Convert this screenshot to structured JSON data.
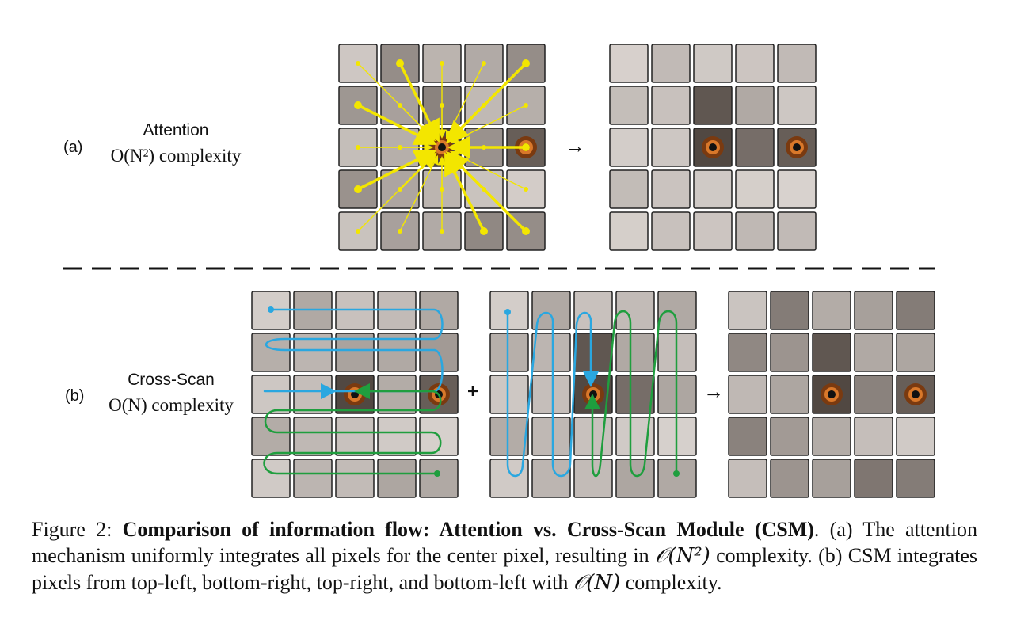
{
  "panel_a": {
    "label": "(a)",
    "title": "Attention",
    "complexity": "O(N²) complexity",
    "arrow": "→"
  },
  "panel_b": {
    "label": "(b)",
    "title": "Cross-Scan",
    "complexity": "O(N) complexity",
    "plus": "+",
    "arrow": "→"
  },
  "colors": {
    "attention": "#f3e600",
    "scan_blue": "#2aa7e0",
    "scan_green": "#1f9e3e",
    "tile_dark": "#4a403a",
    "tile_light": "#dcd6d2",
    "dashed_line": "#111111"
  },
  "caption": {
    "prefix": "Figure 2: ",
    "bold": "Comparison of information flow: Attention vs. Cross-Scan Module (CSM)",
    "part1": ". (a) The attention mechanism uniformly integrates all pixels for the center pixel, resulting in ",
    "math1": "𝒪(N²)",
    "part2": " complexity. (b) CSM integrates pixels from top-left, bottom-right, top-right, and bottom-left with ",
    "math2": "𝒪(N)",
    "part3": " complexity."
  }
}
